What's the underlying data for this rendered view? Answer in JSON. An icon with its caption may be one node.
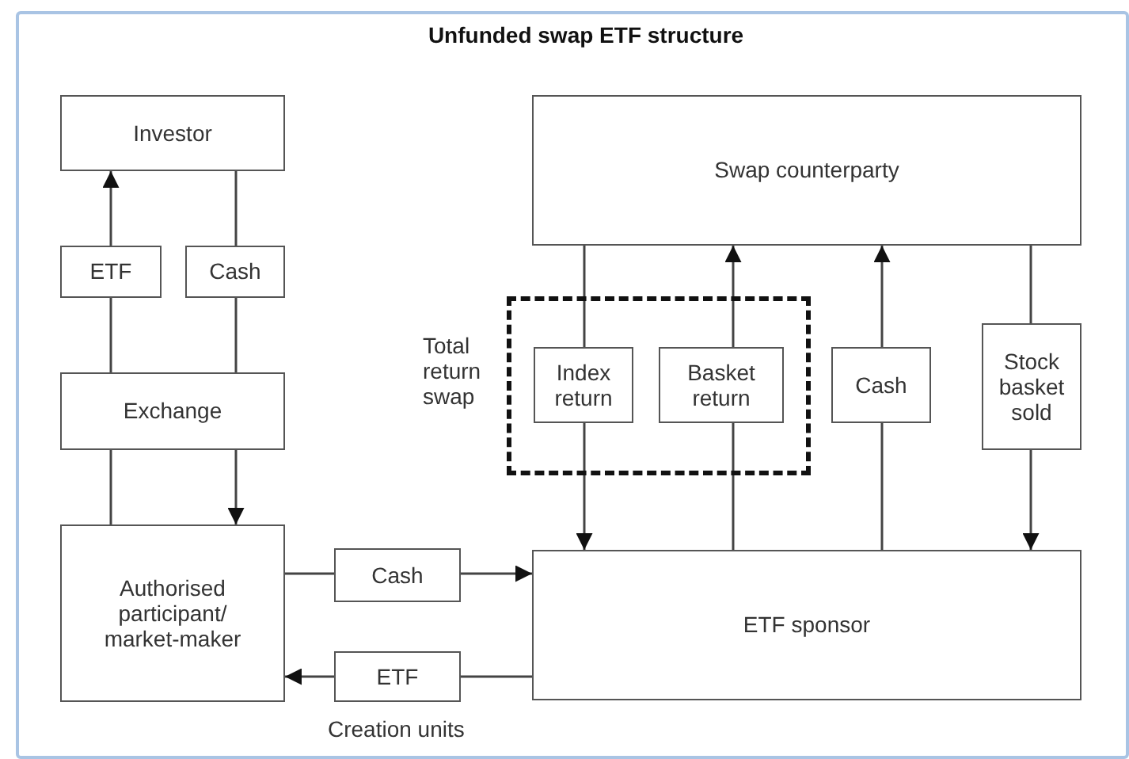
{
  "diagram": {
    "title": "Unfunded swap ETF structure",
    "nodes": [
      {
        "text": [
          "Investor"
        ]
      },
      {
        "text": [
          "ETF"
        ]
      },
      {
        "text": [
          "Cash"
        ]
      },
      {
        "text": [
          "Exchange"
        ]
      },
      {
        "text": [
          "Authorised participant/ market-maker"
        ]
      },
      {
        "text": [
          "Cash"
        ]
      },
      {
        "text": [
          "ETF"
        ],
        "beside": [
          "Creation units"
        ]
      },
      {
        "text": [
          "Swap counterparty"
        ]
      },
      {
        "text": [
          "Total return swap"
        ]
      },
      {
        "text": [
          "Index return"
        ],
        "in": 8
      },
      {
        "text": [
          "Basket return"
        ],
        "in": 8
      },
      {
        "text": [
          "Cash"
        ]
      },
      {
        "text": [
          "Stock basket sold"
        ]
      },
      {
        "text": [
          "ETF sponsor"
        ]
      }
    ],
    "edges": [
      {
        "from": 3,
        "to": 1,
        "arrow": "none"
      },
      {
        "from": 1,
        "to": 0,
        "arrow": "to"
      },
      {
        "from": 0,
        "to": 2,
        "arrow": "none"
      },
      {
        "from": 2,
        "to": 3,
        "arrow": "none"
      },
      {
        "from": 4,
        "to": 3,
        "arrow": "none"
      },
      {
        "from": 3,
        "to": 4,
        "arrow": "to"
      },
      {
        "from": 4,
        "to": 5,
        "arrow": "none"
      },
      {
        "from": 5,
        "to": 13,
        "arrow": "to"
      },
      {
        "from": 13,
        "to": 6,
        "arrow": "none"
      },
      {
        "from": 6,
        "to": 4,
        "arrow": "to"
      },
      {
        "from": 7,
        "to": 9,
        "arrow": "none"
      },
      {
        "from": 9,
        "to": 13,
        "arrow": "to"
      },
      {
        "from": 13,
        "to": 10,
        "arrow": "none"
      },
      {
        "from": 10,
        "to": 7,
        "arrow": "to"
      },
      {
        "from": 13,
        "to": 11,
        "arrow": "none"
      },
      {
        "from": 11,
        "to": 7,
        "arrow": "to"
      },
      {
        "from": 7,
        "to": 12,
        "arrow": "none"
      },
      {
        "from": 12,
        "to": 13,
        "arrow": "to"
      }
    ]
  }
}
